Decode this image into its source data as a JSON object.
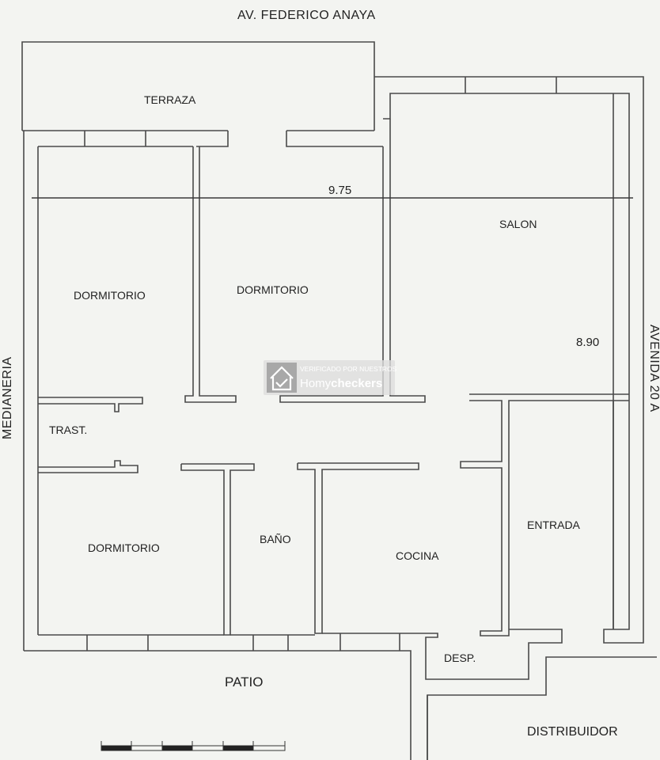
{
  "streets": {
    "top": "AV. FEDERICO ANAYA",
    "left": "MEDIANERIA",
    "right": "AVENIDA 20 A"
  },
  "rooms": {
    "terraza": "TERRAZA",
    "dormitorio_1": "DORMITORIO",
    "dormitorio_2": "DORMITORIO",
    "dormitorio_3": "DORMITORIO",
    "salon": "SALON",
    "trast": "TRAST.",
    "bano": "BAÑO",
    "cocina": "COCINA",
    "entrada": "ENTRADA",
    "desp": "DESP.",
    "patio": "PATIO",
    "distribuidor": "DISTRIBUIDOR"
  },
  "dimensions": {
    "width": "9.75",
    "depth": "8.90"
  },
  "watermark": {
    "line1": "VERIFICADO POR NUESTROS",
    "brand_plain": "Homy",
    "brand_bold": "checkers",
    "logo_icon": "house-check-icon"
  },
  "colors": {
    "paper": "#f3f4f1",
    "lines": "#4a4a4a"
  }
}
